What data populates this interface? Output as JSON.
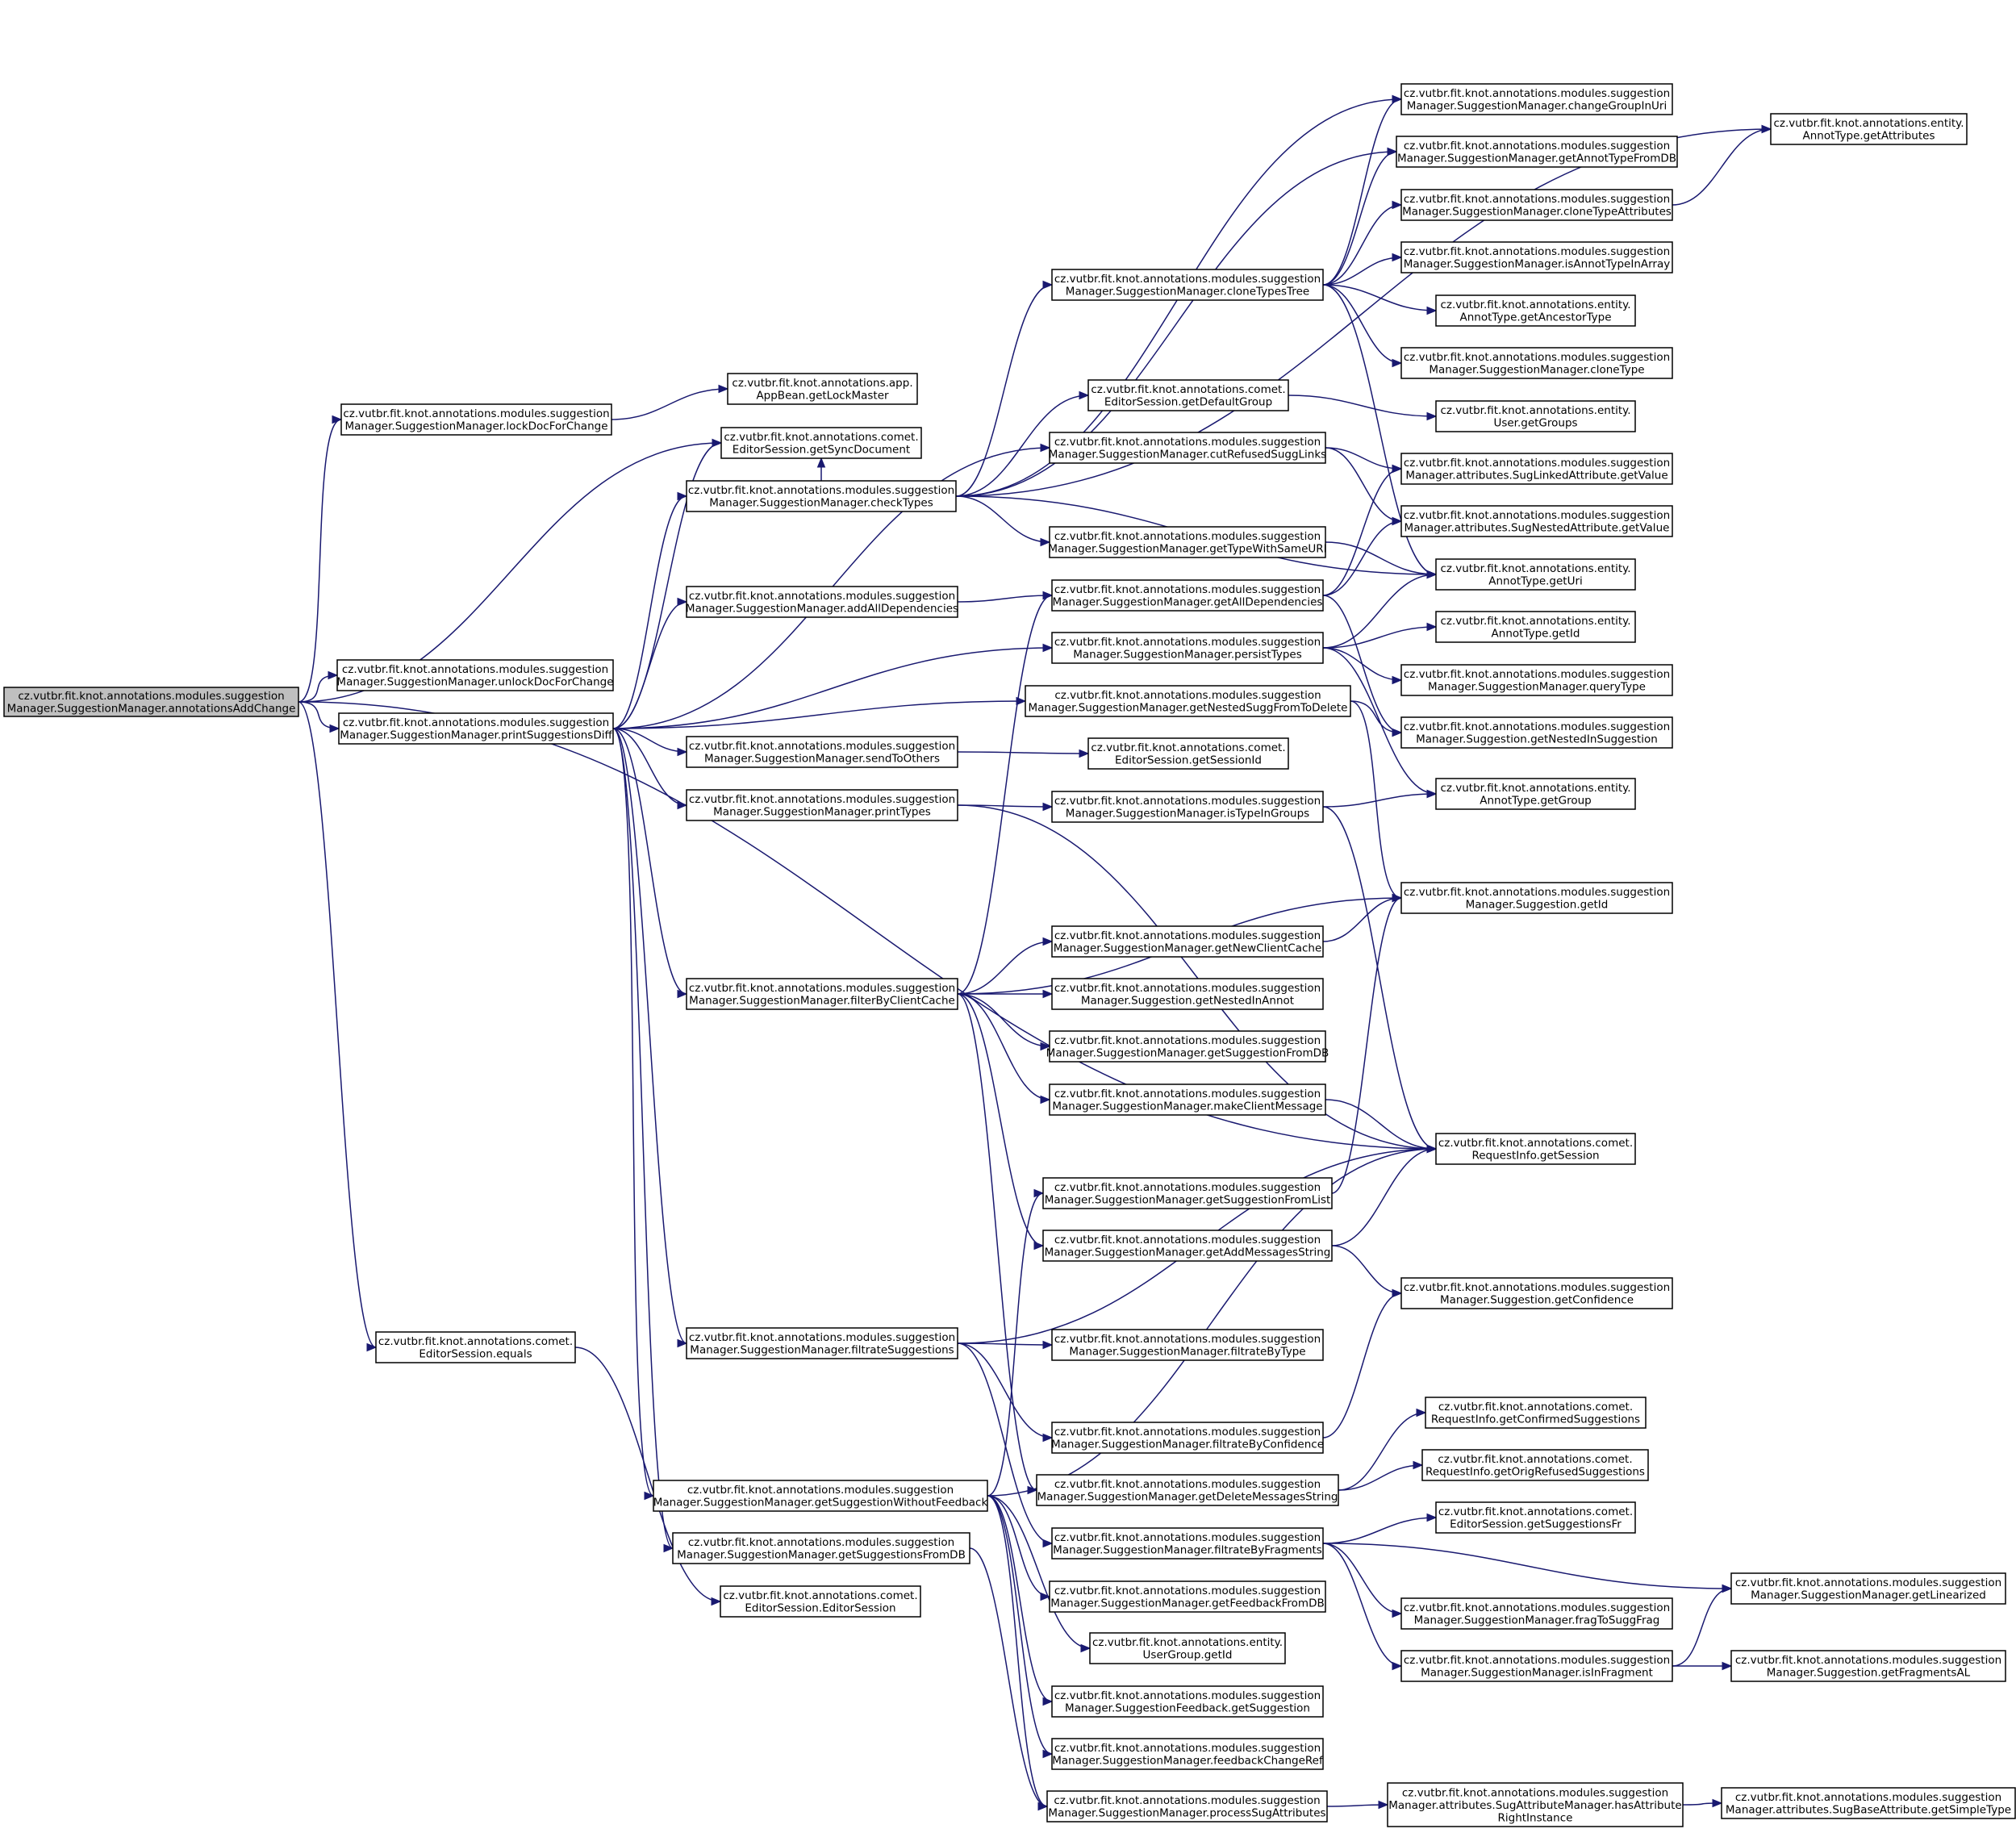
{
  "nodes": [
    {
      "id": "n0",
      "lines": [
        "cz.vutbr.fit.knot.annotations.modules.suggestion",
        "Manager.SuggestionManager.annotationsAddChange"
      ],
      "root": true
    },
    {
      "id": "n1",
      "lines": [
        "cz.vutbr.fit.knot.annotations.modules.suggestion",
        "Manager.SuggestionManager.lockDocForChange"
      ]
    },
    {
      "id": "n2",
      "lines": [
        "cz.vutbr.fit.knot.annotations.app.",
        "AppBean.getLockMaster"
      ]
    },
    {
      "id": "n3",
      "lines": [
        "cz.vutbr.fit.knot.annotations.comet.",
        "EditorSession.getSyncDocument"
      ]
    },
    {
      "id": "n4",
      "lines": [
        "cz.vutbr.fit.knot.annotations.modules.suggestion",
        "Manager.SuggestionManager.unlockDocForChange"
      ]
    },
    {
      "id": "n5",
      "lines": [
        "cz.vutbr.fit.knot.annotations.modules.suggestion",
        "Manager.SuggestionManager.printSuggestionsDiff"
      ]
    },
    {
      "id": "n6",
      "lines": [
        "cz.vutbr.fit.knot.annotations.comet.",
        "EditorSession.equals"
      ]
    },
    {
      "id": "n7",
      "lines": [
        "cz.vutbr.fit.knot.annotations.comet.",
        "RequestInfo.getSession"
      ]
    },
    {
      "id": "n8",
      "lines": [
        "cz.vutbr.fit.knot.annotations.modules.suggestion",
        "Manager.SuggestionManager.checkTypes"
      ]
    },
    {
      "id": "n9",
      "lines": [
        "cz.vutbr.fit.knot.annotations.modules.suggestion",
        "Manager.SuggestionManager.addAllDependencies"
      ]
    },
    {
      "id": "n10",
      "lines": [
        "cz.vutbr.fit.knot.annotations.modules.suggestion",
        "Manager.SuggestionManager.sendToOthers"
      ]
    },
    {
      "id": "n11",
      "lines": [
        "cz.vutbr.fit.knot.annotations.modules.suggestion",
        "Manager.SuggestionManager.printTypes"
      ]
    },
    {
      "id": "n12",
      "lines": [
        "cz.vutbr.fit.knot.annotations.modules.suggestion",
        "Manager.SuggestionManager.filterByClientCache"
      ]
    },
    {
      "id": "n13",
      "lines": [
        "cz.vutbr.fit.knot.annotations.modules.suggestion",
        "Manager.SuggestionManager.filtrateSuggestions"
      ]
    },
    {
      "id": "n14",
      "lines": [
        "cz.vutbr.fit.knot.annotations.modules.suggestion",
        "Manager.SuggestionManager.getSuggestionWithoutFeedback"
      ]
    },
    {
      "id": "n15",
      "lines": [
        "cz.vutbr.fit.knot.annotations.modules.suggestion",
        "Manager.SuggestionManager.getSuggestionsFromDB"
      ]
    },
    {
      "id": "n16",
      "lines": [
        "cz.vutbr.fit.knot.annotations.comet.",
        "EditorSession.EditorSession"
      ]
    },
    {
      "id": "n17",
      "lines": [
        "cz.vutbr.fit.knot.annotations.modules.suggestion",
        "Manager.SuggestionManager.cloneTypesTree"
      ]
    },
    {
      "id": "n18",
      "lines": [
        "cz.vutbr.fit.knot.annotations.comet.",
        "EditorSession.getDefaultGroup"
      ]
    },
    {
      "id": "n19",
      "lines": [
        "cz.vutbr.fit.knot.annotations.modules.suggestion",
        "Manager.SuggestionManager.cutRefusedSuggLinks"
      ]
    },
    {
      "id": "n20",
      "lines": [
        "cz.vutbr.fit.knot.annotations.modules.suggestion",
        "Manager.SuggestionManager.getTypeWithSameURI"
      ]
    },
    {
      "id": "n21",
      "lines": [
        "cz.vutbr.fit.knot.annotations.modules.suggestion",
        "Manager.SuggestionManager.getAllDependencies"
      ]
    },
    {
      "id": "n22",
      "lines": [
        "cz.vutbr.fit.knot.annotations.modules.suggestion",
        "Manager.SuggestionManager.persistTypes"
      ]
    },
    {
      "id": "n23",
      "lines": [
        "cz.vutbr.fit.knot.annotations.modules.suggestion",
        "Manager.SuggestionManager.getNestedSuggFromToDelete"
      ]
    },
    {
      "id": "n24",
      "lines": [
        "cz.vutbr.fit.knot.annotations.comet.",
        "EditorSession.getSessionId"
      ]
    },
    {
      "id": "n25",
      "lines": [
        "cz.vutbr.fit.knot.annotations.modules.suggestion",
        "Manager.SuggestionManager.isTypeInGroups"
      ]
    },
    {
      "id": "n26",
      "lines": [
        "cz.vutbr.fit.knot.annotations.modules.suggestion",
        "Manager.SuggestionManager.getNewClientCache"
      ]
    },
    {
      "id": "n27",
      "lines": [
        "cz.vutbr.fit.knot.annotations.modules.suggestion",
        "Manager.Suggestion.getNestedInAnnot"
      ]
    },
    {
      "id": "n28",
      "lines": [
        "cz.vutbr.fit.knot.annotations.modules.suggestion",
        "Manager.SuggestionManager.getSuggestionFromDB"
      ]
    },
    {
      "id": "n29",
      "lines": [
        "cz.vutbr.fit.knot.annotations.modules.suggestion",
        "Manager.SuggestionManager.makeClientMessage"
      ]
    },
    {
      "id": "n30",
      "lines": [
        "cz.vutbr.fit.knot.annotations.modules.suggestion",
        "Manager.SuggestionManager.getSuggestionFromList"
      ]
    },
    {
      "id": "n31",
      "lines": [
        "cz.vutbr.fit.knot.annotations.modules.suggestion",
        "Manager.SuggestionManager.getAddMessagesString"
      ]
    },
    {
      "id": "n32",
      "lines": [
        "cz.vutbr.fit.knot.annotations.modules.suggestion",
        "Manager.SuggestionManager.filtrateByType"
      ]
    },
    {
      "id": "n33",
      "lines": [
        "cz.vutbr.fit.knot.annotations.modules.suggestion",
        "Manager.SuggestionManager.filtrateByConfidence"
      ]
    },
    {
      "id": "n34",
      "lines": [
        "cz.vutbr.fit.knot.annotations.modules.suggestion",
        "Manager.SuggestionManager.getDeleteMessagesString"
      ]
    },
    {
      "id": "n35",
      "lines": [
        "cz.vutbr.fit.knot.annotations.modules.suggestion",
        "Manager.SuggestionManager.filtrateByFragments"
      ]
    },
    {
      "id": "n36",
      "lines": [
        "cz.vutbr.fit.knot.annotations.modules.suggestion",
        "Manager.SuggestionManager.getFeedbackFromDB"
      ]
    },
    {
      "id": "n37",
      "lines": [
        "cz.vutbr.fit.knot.annotations.entity.",
        "UserGroup.getId"
      ]
    },
    {
      "id": "n38",
      "lines": [
        "cz.vutbr.fit.knot.annotations.modules.suggestion",
        "Manager.SuggestionFeedback.getSuggestion"
      ]
    },
    {
      "id": "n39",
      "lines": [
        "cz.vutbr.fit.knot.annotations.modules.suggestion",
        "Manager.SuggestionManager.feedbackChangeRef"
      ]
    },
    {
      "id": "n40",
      "lines": [
        "cz.vutbr.fit.knot.annotations.modules.suggestion",
        "Manager.SuggestionManager.processSugAttributes"
      ]
    },
    {
      "id": "n41",
      "lines": [
        "cz.vutbr.fit.knot.annotations.modules.suggestion",
        "Manager.SuggestionManager.changeGroupInUri"
      ]
    },
    {
      "id": "n42",
      "lines": [
        "cz.vutbr.fit.knot.annotations.modules.suggestion",
        "Manager.SuggestionManager.getAnnotTypeFromDB"
      ]
    },
    {
      "id": "n43",
      "lines": [
        "cz.vutbr.fit.knot.annotations.modules.suggestion",
        "Manager.SuggestionManager.cloneTypeAttributes"
      ]
    },
    {
      "id": "n44",
      "lines": [
        "cz.vutbr.fit.knot.annotations.modules.suggestion",
        "Manager.SuggestionManager.isAnnotTypeInArray"
      ]
    },
    {
      "id": "n45",
      "lines": [
        "cz.vutbr.fit.knot.annotations.entity.",
        "AnnotType.getAncestorType"
      ]
    },
    {
      "id": "n46",
      "lines": [
        "cz.vutbr.fit.knot.annotations.modules.suggestion",
        "Manager.SuggestionManager.cloneType"
      ]
    },
    {
      "id": "n47",
      "lines": [
        "cz.vutbr.fit.knot.annotations.entity.",
        "User.getGroups"
      ]
    },
    {
      "id": "n48",
      "lines": [
        "cz.vutbr.fit.knot.annotations.modules.suggestion",
        "Manager.attributes.SugLinkedAttribute.getValue"
      ]
    },
    {
      "id": "n49",
      "lines": [
        "cz.vutbr.fit.knot.annotations.modules.suggestion",
        "Manager.attributes.SugNestedAttribute.getValue"
      ]
    },
    {
      "id": "n50",
      "lines": [
        "cz.vutbr.fit.knot.annotations.entity.",
        "AnnotType.getUri"
      ]
    },
    {
      "id": "n51",
      "lines": [
        "cz.vutbr.fit.knot.annotations.entity.",
        "AnnotType.getId"
      ]
    },
    {
      "id": "n52",
      "lines": [
        "cz.vutbr.fit.knot.annotations.modules.suggestion",
        "Manager.SuggestionManager.queryType"
      ]
    },
    {
      "id": "n53",
      "lines": [
        "cz.vutbr.fit.knot.annotations.modules.suggestion",
        "Manager.Suggestion.getNestedInSuggestion"
      ]
    },
    {
      "id": "n54",
      "lines": [
        "cz.vutbr.fit.knot.annotations.entity.",
        "AnnotType.getGroup"
      ]
    },
    {
      "id": "n55",
      "lines": [
        "cz.vutbr.fit.knot.annotations.modules.suggestion",
        "Manager.Suggestion.getId"
      ]
    },
    {
      "id": "n56",
      "lines": [
        "cz.vutbr.fit.knot.annotations.modules.suggestion",
        "Manager.Suggestion.getConfidence"
      ]
    },
    {
      "id": "n57",
      "lines": [
        "cz.vutbr.fit.knot.annotations.comet.",
        "RequestInfo.getConfirmedSuggestions"
      ]
    },
    {
      "id": "n58",
      "lines": [
        "cz.vutbr.fit.knot.annotations.comet.",
        "RequestInfo.getOrigRefusedSuggestions"
      ]
    },
    {
      "id": "n59",
      "lines": [
        "cz.vutbr.fit.knot.annotations.comet.",
        "EditorSession.getSuggestionsFr"
      ]
    },
    {
      "id": "n60",
      "lines": [
        "cz.vutbr.fit.knot.annotations.modules.suggestion",
        "Manager.SuggestionManager.fragToSuggFrag"
      ]
    },
    {
      "id": "n61",
      "lines": [
        "cz.vutbr.fit.knot.annotations.modules.suggestion",
        "Manager.SuggestionManager.isInFragment"
      ]
    },
    {
      "id": "n62",
      "lines": [
        "cz.vutbr.fit.knot.annotations.modules.suggestion",
        "Manager.attributes.SugAttributeManager.hasAttribute",
        "RightInstance"
      ]
    },
    {
      "id": "n63",
      "lines": [
        "cz.vutbr.fit.knot.annotations.entity.",
        "AnnotType.getAttributes"
      ]
    },
    {
      "id": "n64",
      "lines": [
        "cz.vutbr.fit.knot.annotations.modules.suggestion",
        "Manager.SuggestionManager.getLinearized"
      ]
    },
    {
      "id": "n65",
      "lines": [
        "cz.vutbr.fit.knot.annotations.modules.suggestion",
        "Manager.Suggestion.getFragmentsAL"
      ]
    },
    {
      "id": "n66",
      "lines": [
        "cz.vutbr.fit.knot.annotations.modules.suggestion",
        "Manager.attributes.SugBaseAttribute.getSimpleType"
      ]
    }
  ],
  "edges": [
    [
      "n0",
      "n1"
    ],
    [
      "n0",
      "n3"
    ],
    [
      "n0",
      "n4"
    ],
    [
      "n0",
      "n5"
    ],
    [
      "n0",
      "n6"
    ],
    [
      "n0",
      "n7"
    ],
    [
      "n1",
      "n2"
    ],
    [
      "n5",
      "n3"
    ],
    [
      "n5",
      "n8"
    ],
    [
      "n5",
      "n9"
    ],
    [
      "n5",
      "n19"
    ],
    [
      "n5",
      "n22"
    ],
    [
      "n5",
      "n23"
    ],
    [
      "n5",
      "n10"
    ],
    [
      "n5",
      "n11"
    ],
    [
      "n5",
      "n12"
    ],
    [
      "n5",
      "n13"
    ],
    [
      "n5",
      "n14"
    ],
    [
      "n5",
      "n15"
    ],
    [
      "n6",
      "n16"
    ],
    [
      "n8",
      "n3"
    ],
    [
      "n8",
      "n17"
    ],
    [
      "n8",
      "n18"
    ],
    [
      "n8",
      "n20"
    ],
    [
      "n8",
      "n41"
    ],
    [
      "n8",
      "n42"
    ],
    [
      "n8",
      "n63"
    ],
    [
      "n8",
      "n50"
    ],
    [
      "n9",
      "n21"
    ],
    [
      "n10",
      "n24"
    ],
    [
      "n11",
      "n25"
    ],
    [
      "n11",
      "n7"
    ],
    [
      "n12",
      "n21"
    ],
    [
      "n12",
      "n55"
    ],
    [
      "n12",
      "n26"
    ],
    [
      "n12",
      "n27"
    ],
    [
      "n12",
      "n28"
    ],
    [
      "n12",
      "n29"
    ],
    [
      "n12",
      "n31"
    ],
    [
      "n12",
      "n34"
    ],
    [
      "n13",
      "n7"
    ],
    [
      "n13",
      "n32"
    ],
    [
      "n13",
      "n33"
    ],
    [
      "n13",
      "n35"
    ],
    [
      "n14",
      "n30"
    ],
    [
      "n14",
      "n7"
    ],
    [
      "n14",
      "n36"
    ],
    [
      "n14",
      "n37"
    ],
    [
      "n14",
      "n38"
    ],
    [
      "n14",
      "n39"
    ],
    [
      "n14",
      "n40"
    ],
    [
      "n15",
      "n40"
    ],
    [
      "n17",
      "n41"
    ],
    [
      "n17",
      "n42"
    ],
    [
      "n17",
      "n43"
    ],
    [
      "n17",
      "n44"
    ],
    [
      "n17",
      "n45"
    ],
    [
      "n17",
      "n46"
    ],
    [
      "n17",
      "n50"
    ],
    [
      "n18",
      "n47"
    ],
    [
      "n19",
      "n48"
    ],
    [
      "n19",
      "n49"
    ],
    [
      "n20",
      "n50"
    ],
    [
      "n21",
      "n48"
    ],
    [
      "n21",
      "n49"
    ],
    [
      "n21",
      "n53"
    ],
    [
      "n22",
      "n50"
    ],
    [
      "n22",
      "n51"
    ],
    [
      "n22",
      "n52"
    ],
    [
      "n22",
      "n54"
    ],
    [
      "n23",
      "n53"
    ],
    [
      "n23",
      "n55"
    ],
    [
      "n25",
      "n54"
    ],
    [
      "n25",
      "n7"
    ],
    [
      "n26",
      "n55"
    ],
    [
      "n29",
      "n7"
    ],
    [
      "n30",
      "n55"
    ],
    [
      "n31",
      "n7"
    ],
    [
      "n31",
      "n56"
    ],
    [
      "n33",
      "n56"
    ],
    [
      "n34",
      "n57"
    ],
    [
      "n34",
      "n58"
    ],
    [
      "n35",
      "n59"
    ],
    [
      "n35",
      "n60"
    ],
    [
      "n35",
      "n61"
    ],
    [
      "n35",
      "n64"
    ],
    [
      "n40",
      "n62"
    ],
    [
      "n43",
      "n63"
    ],
    [
      "n61",
      "n64"
    ],
    [
      "n61",
      "n65"
    ],
    [
      "n62",
      "n66"
    ]
  ]
}
